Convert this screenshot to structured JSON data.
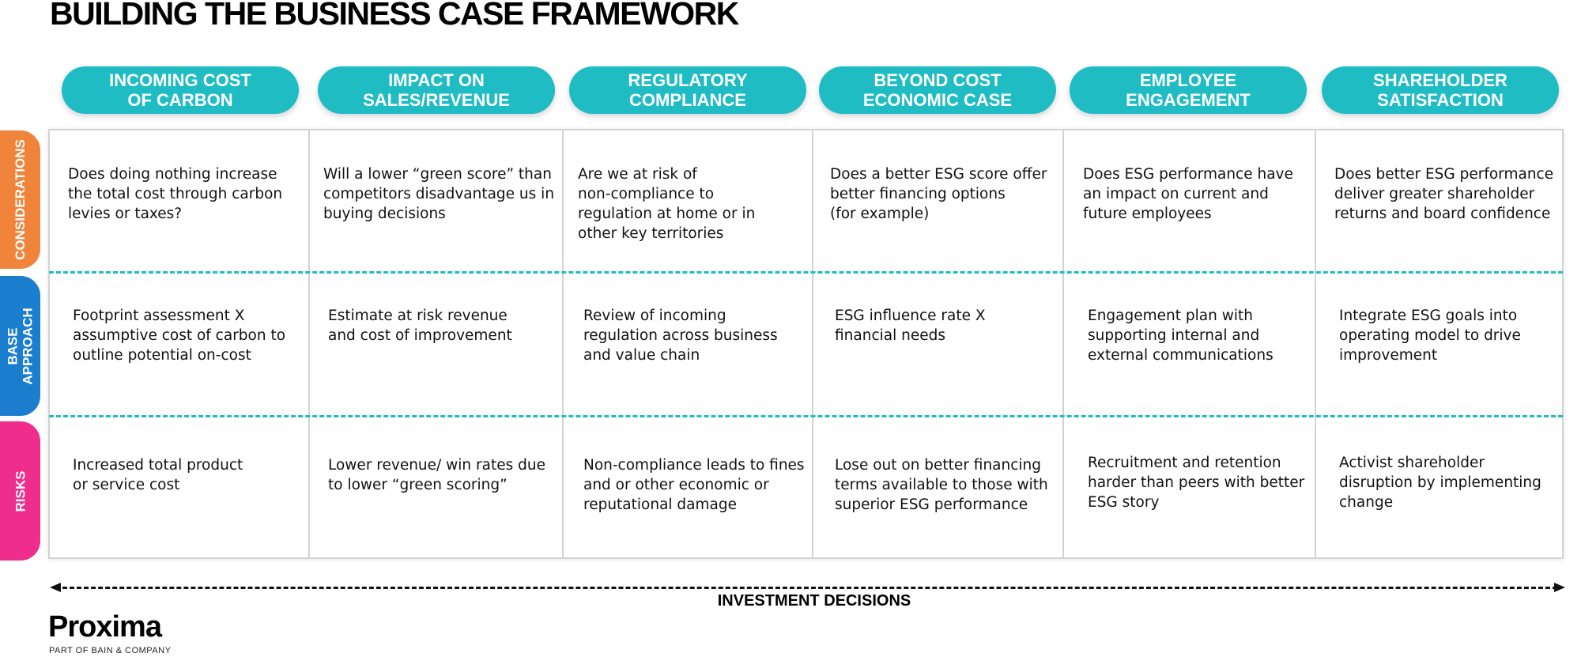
{
  "title": "BUILDING THE BUSINESS CASE FRAMEWORK",
  "colors": {
    "header": "#1fbcc4",
    "considerations": "#f0843a",
    "base_approach": "#1a7dce",
    "risks": "#ee2d8c",
    "divider": "#1fbcc4",
    "grid": "#d3d3d3"
  },
  "columns": [
    "INCOMING COST\nOF CARBON",
    "IMPACT ON\nSALES/REVENUE",
    "REGULATORY\nCOMPLIANCE",
    "BEYOND COST\nECONOMIC CASE",
    "EMPLOYEE\nENGAGEMENT",
    "SHAREHOLDER\nSATISFACTION"
  ],
  "rows": [
    {
      "label": "CONSIDERATIONS",
      "cells": [
        "Does doing nothing increase\nthe total cost through carbon\nlevies or taxes?",
        "Will a lower “green score” than\ncompetitors disadvantage us in\nbuying decisions",
        "Are we at risk of\nnon-compliance to\nregulation at home or in\nother key territories",
        "Does a better ESG score offer\nbetter financing options\n(for example)",
        "Does ESG performance have\nan impact on current and\nfuture employees",
        "Does better ESG performance\ndeliver greater shareholder\nreturns and board confidence"
      ]
    },
    {
      "label": "BASE\nAPPROACH",
      "cells": [
        "Footprint assessment X\nassumptive cost of carbon to\noutline potential on-cost",
        "Estimate at risk revenue\nand cost of improvement",
        "Review of incoming\nregulation across business\nand value chain",
        "ESG influence rate X\nfinancial needs",
        "Engagement plan with\nsupporting internal and\nexternal communications",
        "Integrate ESG goals into\noperating model to drive\nimprovement"
      ]
    },
    {
      "label": "RISKS",
      "cells": [
        "Increased total product\nor service cost",
        "Lower revenue/ win rates due\nto lower “green scoring”",
        "Non-compliance leads to fines\nand or other economic or\nreputational damage",
        "Lose out on better financing\nterms available to those with\nsuperior ESG performance",
        "Recruitment and retention\nharder than peers with better\nESG story",
        "Activist shareholder\ndisruption by implementing\nchange"
      ]
    }
  ],
  "axis_label": "INVESTMENT DECISIONS",
  "logo": {
    "name": "Proxima",
    "tagline": "PART OF BAIN & COMPANY"
  }
}
